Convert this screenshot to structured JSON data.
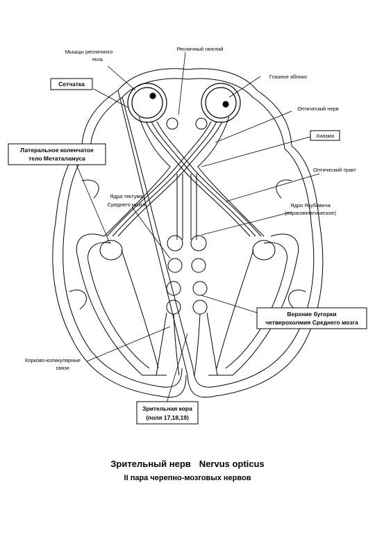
{
  "labels": {
    "ciliary_muscles_1": "Мышцы ресничного",
    "ciliary_muscles_2": "тела",
    "ciliary_ganglion": "Ресничный ганглий",
    "eyeball": "Глазное яблоко",
    "retina": "Сетчатка",
    "optic_nerve": "Оптический нерв",
    "chiasm": "Хиазма",
    "lgn_1": "Латеральное коленчатое",
    "lgn_2": "тело Метаталамуса",
    "optic_tract": "Оптический тракт",
    "tectum_1": "Ядра тектума",
    "tectum_2": "Среднего мозга",
    "yakubovich_1": "Ядро Якубовича",
    "yakubovich_2": "(парасимпатическое)",
    "colliculi_1": "Верхние бугорки",
    "colliculi_2": "четверохолмия Среднего мозга",
    "cortico_1": "Корково-коликулярные",
    "cortico_2": "связи",
    "visual_cortex_1": "Зрительная кора",
    "visual_cortex_2": "(поля 17,18,19)"
  },
  "caption": {
    "title_ru": "Зрительный нерв",
    "title_lat": "Nervus opticus",
    "subtitle": "II пара черепно-мозговых нервов"
  }
}
